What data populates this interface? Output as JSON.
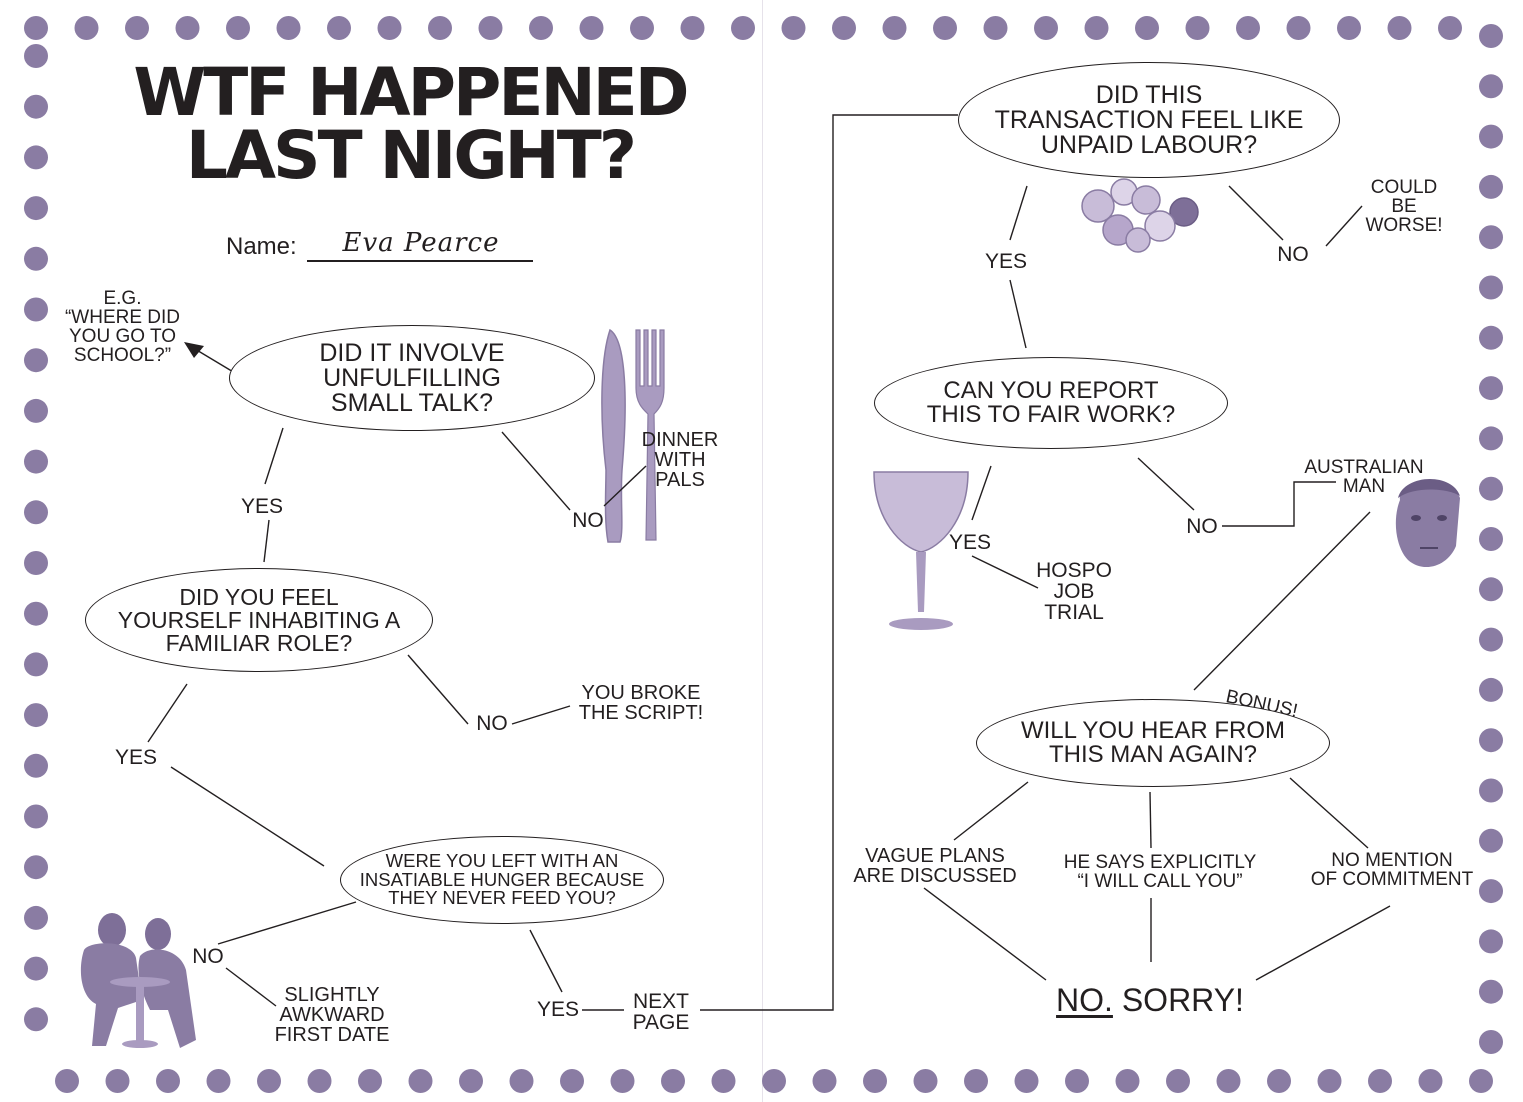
{
  "title": "WTF HAPPENED\nLAST NIGHT?",
  "name_label": "Name:",
  "name_value": "Eva Pearce",
  "colors": {
    "dots": "#8a7ca3",
    "ink": "#231f20",
    "photo": "#8a7ca3"
  },
  "left_page": {
    "q1": "DID IT INVOLVE\nUNFULFILLING\nSMALL TALK?",
    "q1_example": "E.G.\n“WHERE DID\nYOU GO TO\nSCHOOL?”",
    "q1_yes": "YES",
    "q1_no": "NO",
    "q1_no_result": "DINNER\nWITH\nPALS",
    "q2": "DID YOU FEEL\nYOURSELF INHABITING A\nFAMILIAR ROLE?",
    "q2_yes": "YES",
    "q2_no": "NO",
    "q2_no_result": "YOU BROKE\nTHE SCRIPT!",
    "q3": "WERE YOU LEFT WITH AN\nINSATIABLE HUNGER BECAUSE\nTHEY NEVER FEED YOU?",
    "q3_no": "NO",
    "q3_no_result": "SLIGHTLY\nAWKWARD\nFIRST DATE",
    "q3_yes": "YES",
    "next_page": "NEXT\nPAGE"
  },
  "right_page": {
    "q4": "DID THIS\nTRANSACTION FEEL LIKE\nUNPAID LABOUR?",
    "q4_yes": "YES",
    "q4_no": "NO",
    "q4_no_result": "COULD\nBE\nWORSE!",
    "q5": "CAN YOU REPORT\nTHIS TO FAIR WORK?",
    "q5_yes": "YES",
    "q5_yes_result": "HOSPO\nJOB\nTRIAL",
    "q5_no": "NO",
    "q5_no_result": "AUSTRALIAN\nMAN",
    "bonus": "BONUS!",
    "q6": "WILL YOU HEAR FROM\nTHIS MAN AGAIN?",
    "answer_1": "VAGUE PLANS\nARE DISCUSSED",
    "answer_2": "HE SAYS EXPLICITLY\n“I WILL CALL YOU”",
    "answer_3": "NO MENTION\nOF COMMITMENT",
    "final_no": "NO.",
    "final_sorry": " SORRY!"
  },
  "illustrations": [
    "knife-and-fork",
    "couple-at-cafe-table",
    "coins",
    "coupe-glass",
    "man-portrait"
  ]
}
